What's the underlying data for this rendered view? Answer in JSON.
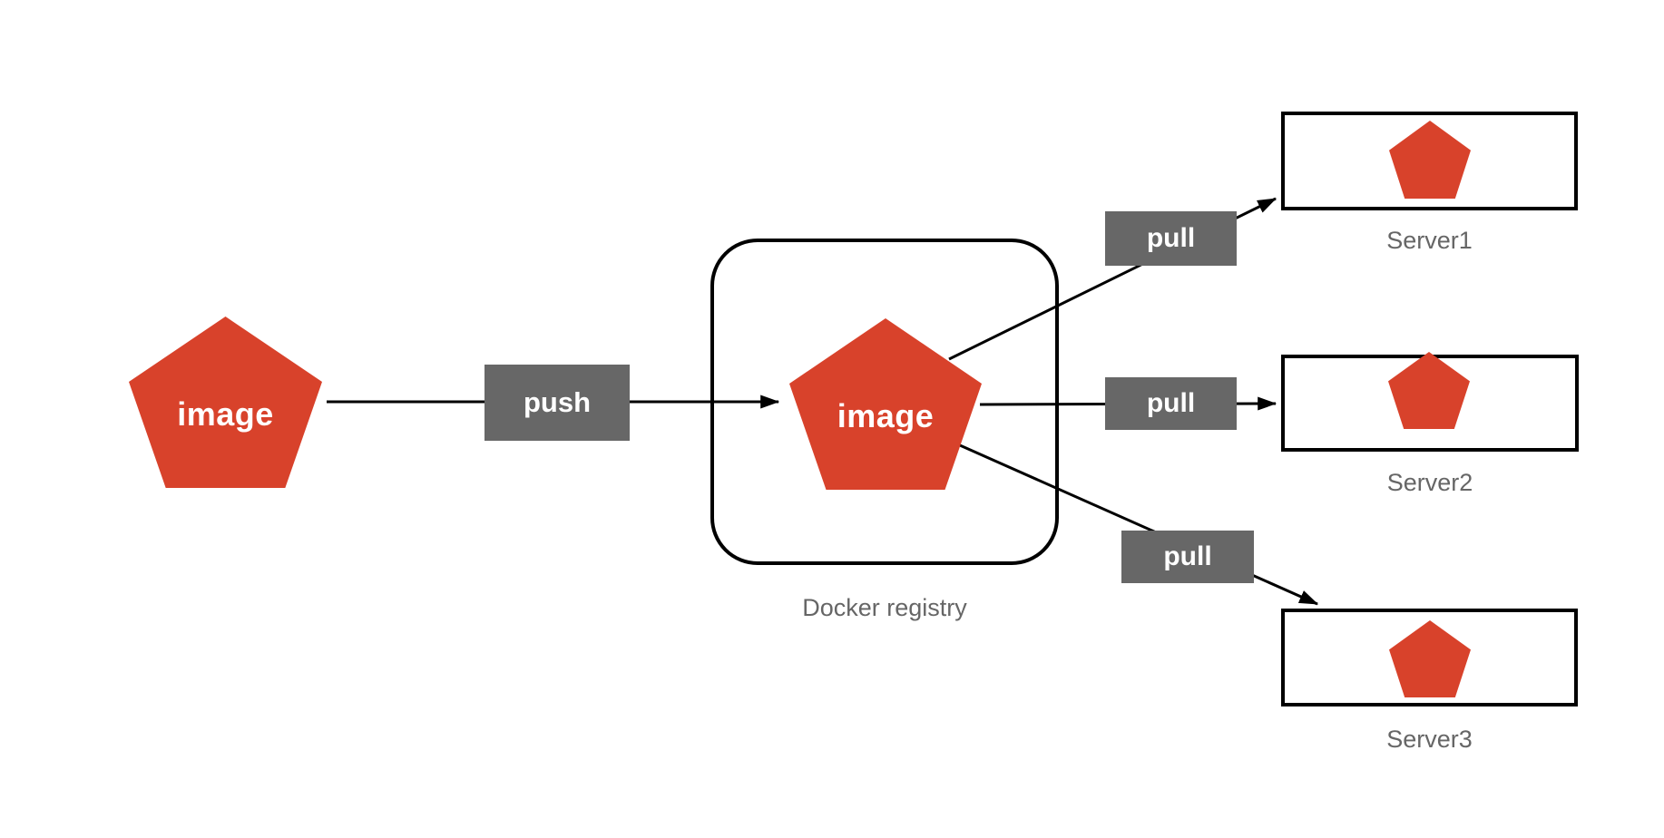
{
  "diagram": {
    "source_image": {
      "label": "image"
    },
    "push_action": {
      "label": "push"
    },
    "registry": {
      "image_label": "image",
      "caption": "Docker registry"
    },
    "pull_actions": [
      {
        "label": "pull"
      },
      {
        "label": "pull"
      },
      {
        "label": "pull"
      }
    ],
    "servers": [
      {
        "name": "Server1"
      },
      {
        "name": "Server2"
      },
      {
        "name": "Server3"
      }
    ],
    "colors": {
      "pentagon_red": "#d8422b",
      "action_gray": "#676767",
      "connector_black": "#000000",
      "caption_gray": "#666666",
      "box_border": "#000000",
      "action_text": "#ffffff",
      "pentagon_text": "#ffffff",
      "canvas_bg": "#ffffff"
    }
  }
}
